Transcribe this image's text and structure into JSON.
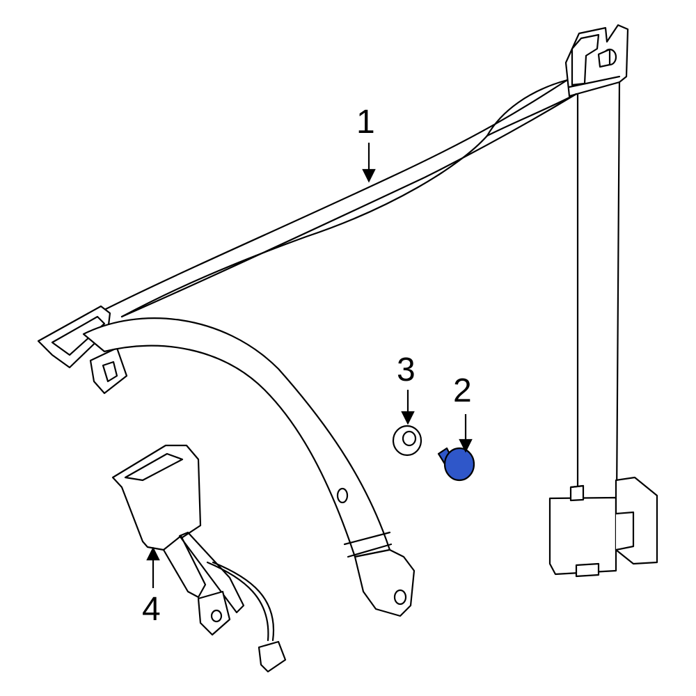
{
  "callouts": {
    "part1": "1",
    "part2": "2",
    "part3": "3",
    "part4": "4"
  },
  "colors": {
    "outline": "#000000",
    "fill": "#ffffff",
    "highlight": "#2f57c9"
  },
  "parts": [
    {
      "id": "1",
      "name": "seat-belt-assembly"
    },
    {
      "id": "2",
      "name": "bolt"
    },
    {
      "id": "3",
      "name": "washer"
    },
    {
      "id": "4",
      "name": "buckle"
    }
  ]
}
